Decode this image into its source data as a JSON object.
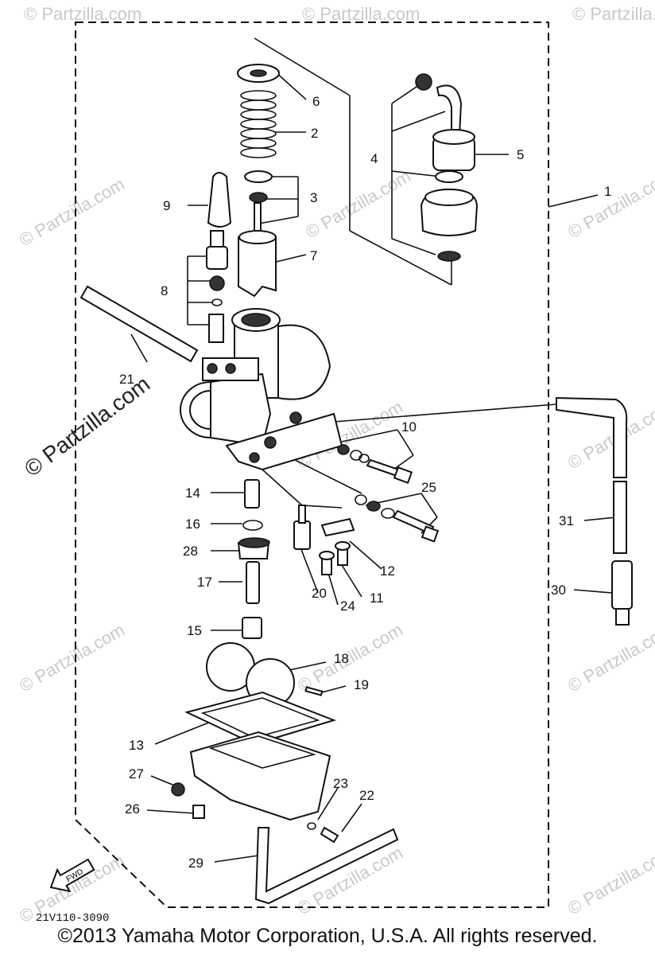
{
  "diagram": {
    "code": "21V110-3090",
    "fwd_label": "FWD",
    "callouts": [
      "1",
      "2",
      "3",
      "4",
      "5",
      "6",
      "7",
      "8",
      "9",
      "10",
      "11",
      "12",
      "13",
      "14",
      "15",
      "16",
      "17",
      "18",
      "19",
      "20",
      "21",
      "22",
      "23",
      "24",
      "25",
      "26",
      "27",
      "28",
      "29",
      "30",
      "31"
    ]
  },
  "watermark": {
    "brand": "© Partzilla.com",
    "faint": "© Partzilla.com"
  },
  "footer": {
    "copyright": "©2013 Yamaha Motor Corporation, U.S.A. All rights reserved."
  }
}
